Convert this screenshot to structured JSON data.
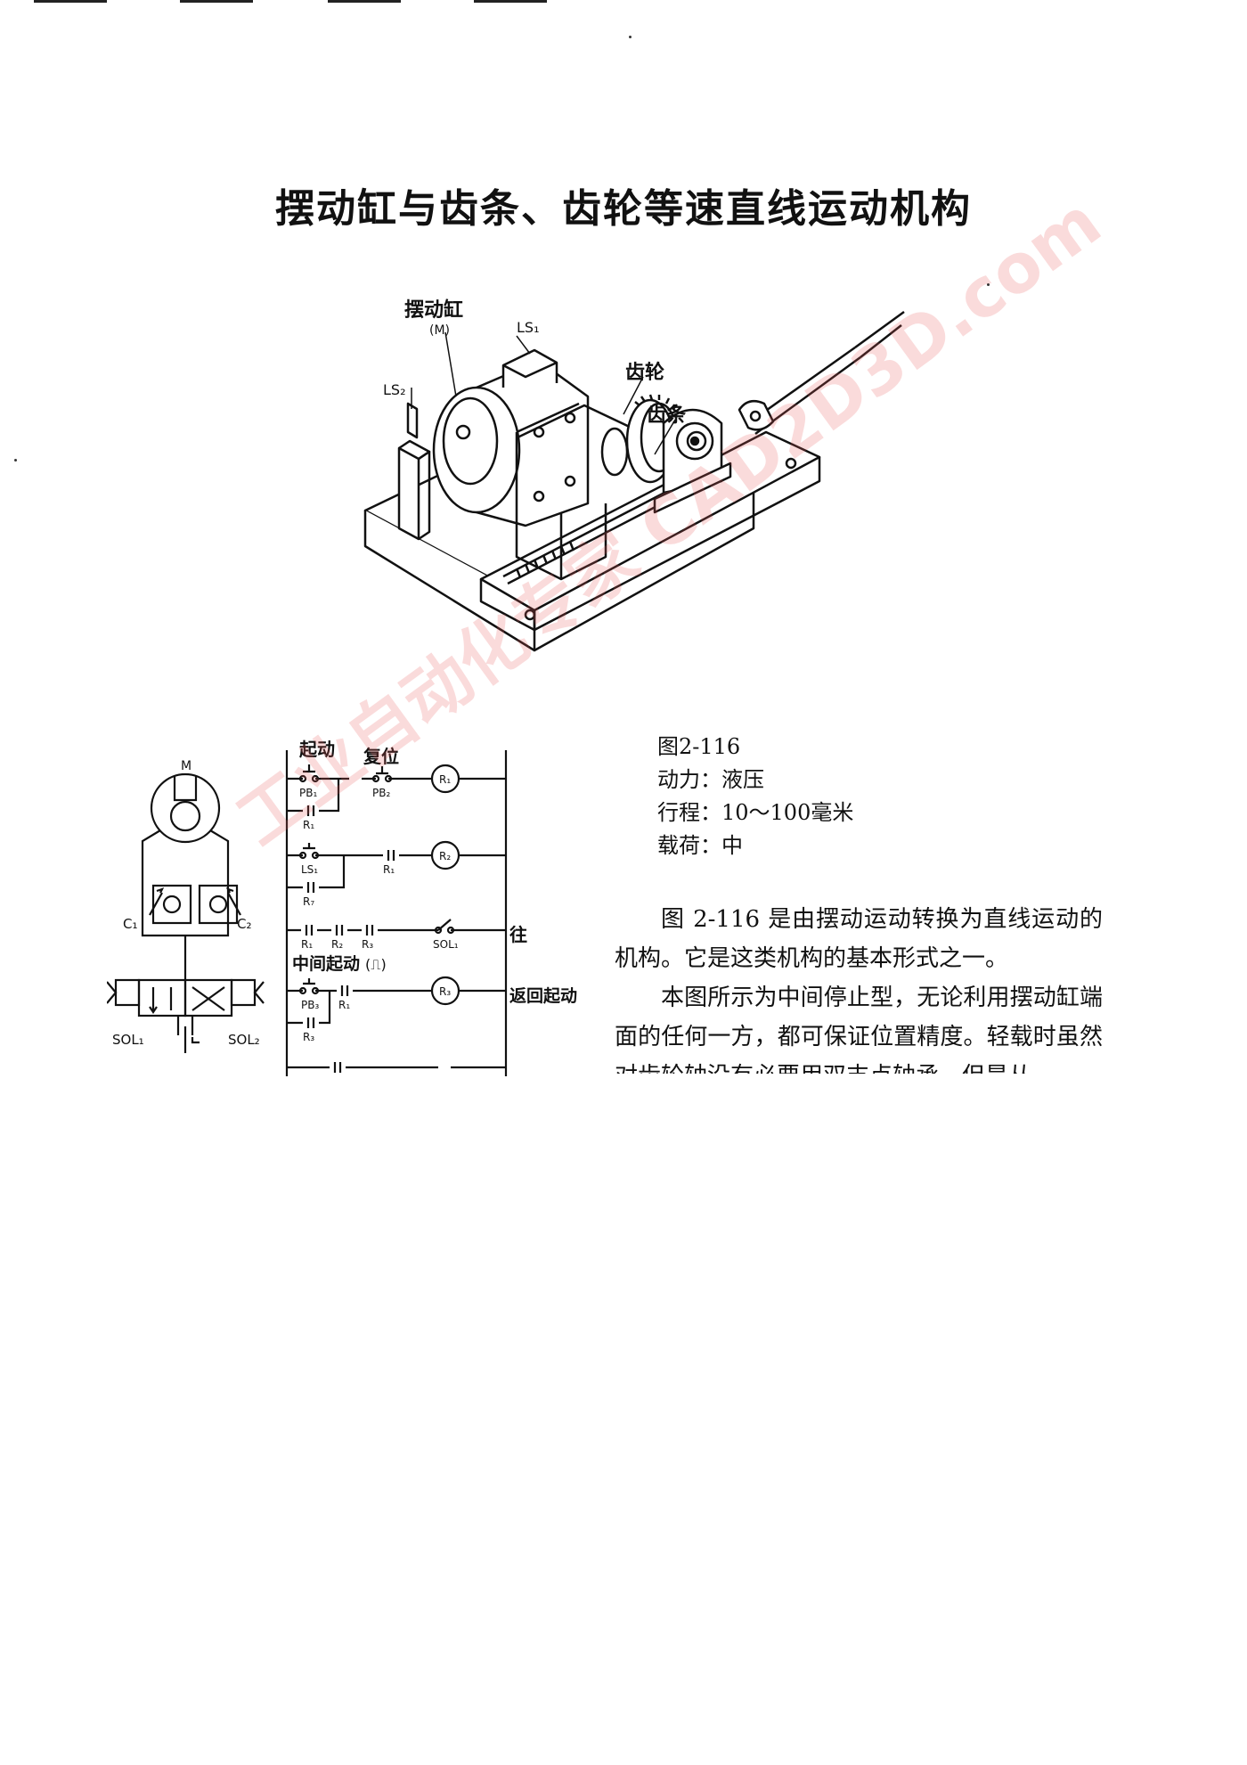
{
  "page": {
    "title": "摆动缸与齿条、齿轮等速直线运动机构"
  },
  "mechanism_labels": {
    "cylinder": "摆动缸",
    "cylinder_sub": "(M)",
    "ls1": "LS₁",
    "ls2": "LS₂",
    "gear": "齿轮",
    "rack": "齿条"
  },
  "hydraulic": {
    "motor": "M",
    "c1": "C₁",
    "c2": "C₂",
    "sol1": "SOL₁",
    "sol2": "SOL₂"
  },
  "ladder": {
    "start": "起动",
    "reset": "复位",
    "pb1": "PB₁",
    "pb2": "PB₂",
    "pb3": "PB₃",
    "r1": "R₁",
    "r2": "R₂",
    "r3": "R₃",
    "r7": "R₇",
    "ls1": "LS₁",
    "sol1": "SOL₁",
    "forward": "往",
    "mid_start": "中间起动",
    "pulse": "(⎍)",
    "return_start": "返回起动"
  },
  "caption": {
    "figure": "图2-116",
    "power": "动力：液压",
    "stroke": "行程：10～100毫米",
    "load": "载荷：中"
  },
  "body": {
    "p1": "图 2-116 是由摆动运动转换为直线运动的机构。它是这类机构的基本形式之一。",
    "p2": "本图所示为中间停止型，无论利用摆动缸端面的任何一方，都可保证位置精度。轻载时虽然对齿轮轴没有必要用双支点轴承，但是从"
  },
  "watermark": "工业自动化专家 CAD2D3D.com"
}
